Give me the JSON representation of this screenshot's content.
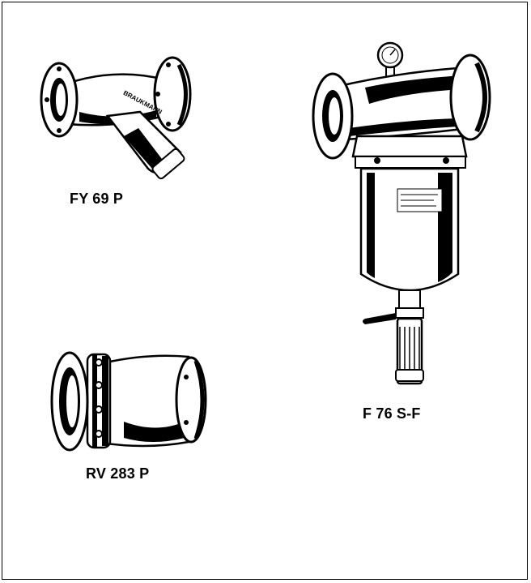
{
  "products": [
    {
      "model": "FY 69 P",
      "brand_mark": "BRAUKMANN"
    },
    {
      "model": "F 76 S-F"
    },
    {
      "model": "RV 283 P"
    }
  ]
}
